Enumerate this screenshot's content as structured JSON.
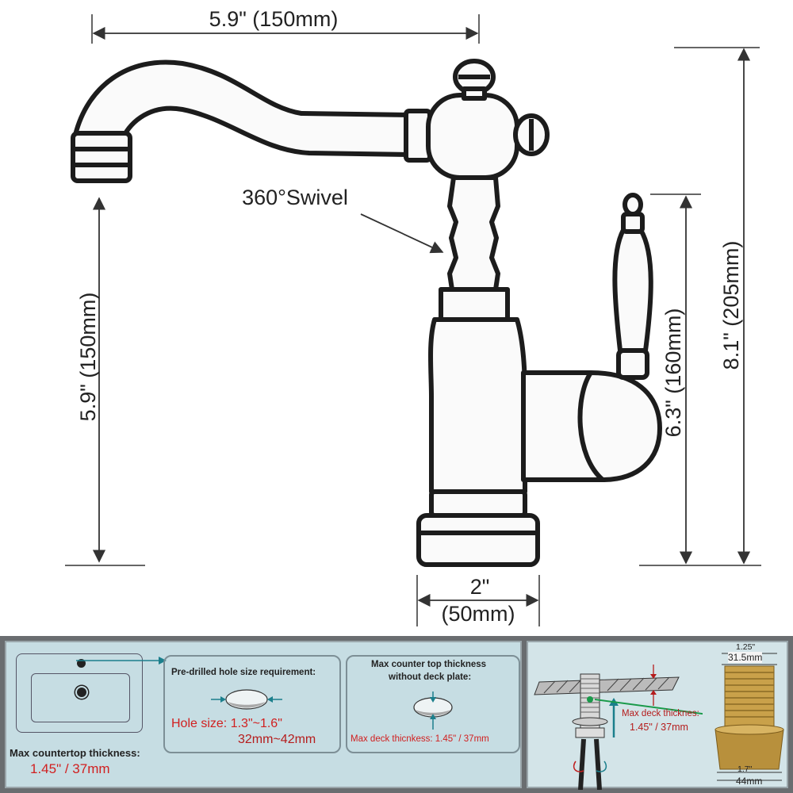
{
  "dimensions": {
    "spout_reach": "5.9\" (150mm)",
    "spout_height": "5.9\" (150mm)",
    "handle_height": "6.3\" (160mm)",
    "total_height": "8.1\" (205mm)",
    "base_diameter_in": "2\"",
    "base_diameter_mm": "(50mm)"
  },
  "swivel_label": "360°Swivel",
  "install": {
    "countertop": {
      "label": "Max countertop thickness:",
      "value": "1.45\" / 37mm"
    },
    "hole": {
      "title": "Pre-drilled hole size requirement:",
      "size_label": "Hole size: 1.3\"~1.6\"",
      "size_mm": "32mm~42mm"
    },
    "no_deck": {
      "title_line1": "Max counter top thickness",
      "title_line2": "without deck plate:",
      "value": "Max deck thicnkess: 1.45\" / 37mm"
    },
    "deck": {
      "label_line1": "Max deck thicknes:",
      "label_line2": "1.45\" / 37mm"
    },
    "fitting": {
      "top_in": "1.25\"",
      "top_mm": "31.5mm",
      "bottom_in": "1.7\"",
      "bottom_mm": "44mm"
    }
  },
  "colors": {
    "dimension_red": "#d12020",
    "panel_bg": "#c6dde3",
    "brass": "#c9a14a",
    "arrow_teal": "#1b7f8c",
    "arrow_green": "#1a9a4a"
  }
}
